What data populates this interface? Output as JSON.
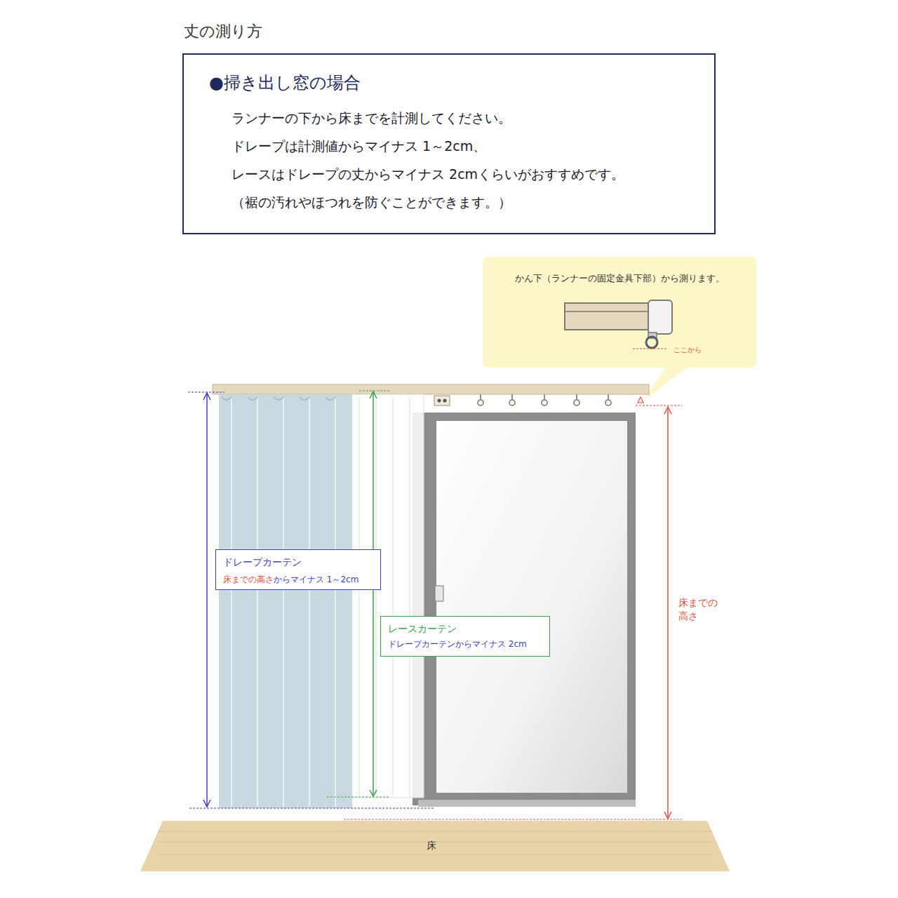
{
  "diagram": {
    "title": "丈の測り方",
    "nodes": [
      {
        "text": [
          "●掃き出し窓の場合",
          "ランナーの下から床までを計測してください。",
          "ドレープは計測値からマイナス 1～2cm、",
          "レースはドレープの丈からマイナス 2cmくらいがおすすめです。",
          "（裾の汚れやほつれを防ぐことができます。）"
        ]
      },
      {
        "text": [
          "かん下（ランナーの固定金具下部）から測ります。",
          "ここから"
        ]
      },
      {
        "text": [
          "ドレープカーテン",
          "床までの高さ",
          "からマイナス 1～2cm"
        ]
      },
      {
        "text": [
          "レースカーテン",
          "ドレープカーテンからマイナス 2cm"
        ]
      }
    ],
    "labels": [
      "床までの 高さ",
      "床"
    ]
  }
}
